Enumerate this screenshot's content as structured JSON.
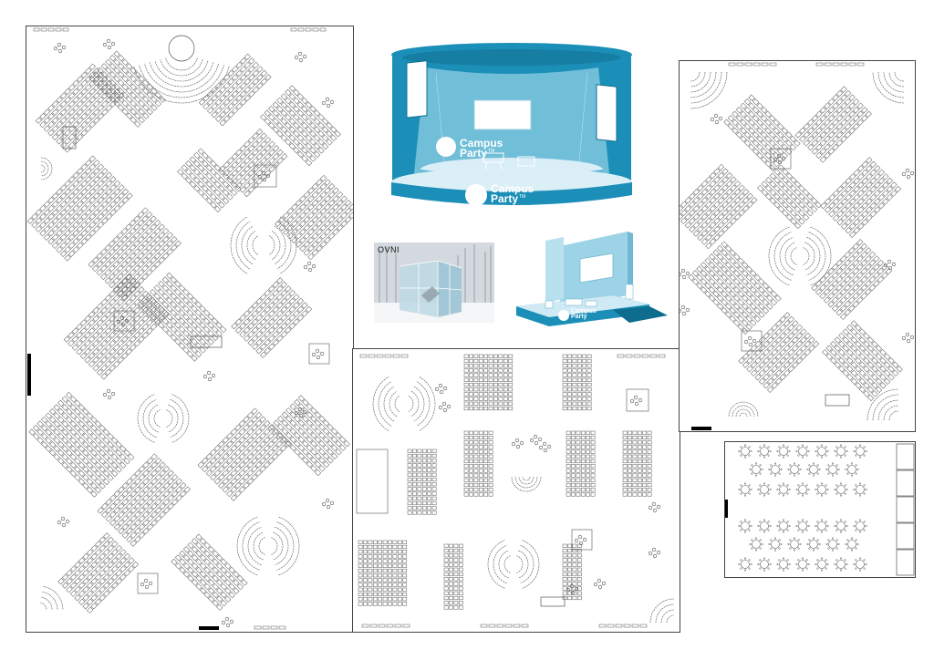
{
  "stage_render": {
    "brand_name_line1": "Campus",
    "brand_name_line2": "Party",
    "trademark": "TM",
    "colors": {
      "primary": "#1b8fb8",
      "light": "#8fcde3",
      "floor": "#d9eef6"
    }
  },
  "ovni_photo": {
    "label": "OVNI"
  },
  "booth_render": {
    "brand_name_line1": "Campus",
    "brand_name_line2": "Party"
  },
  "plans": {
    "line_color": "#555555",
    "frame_color": "#444444"
  }
}
